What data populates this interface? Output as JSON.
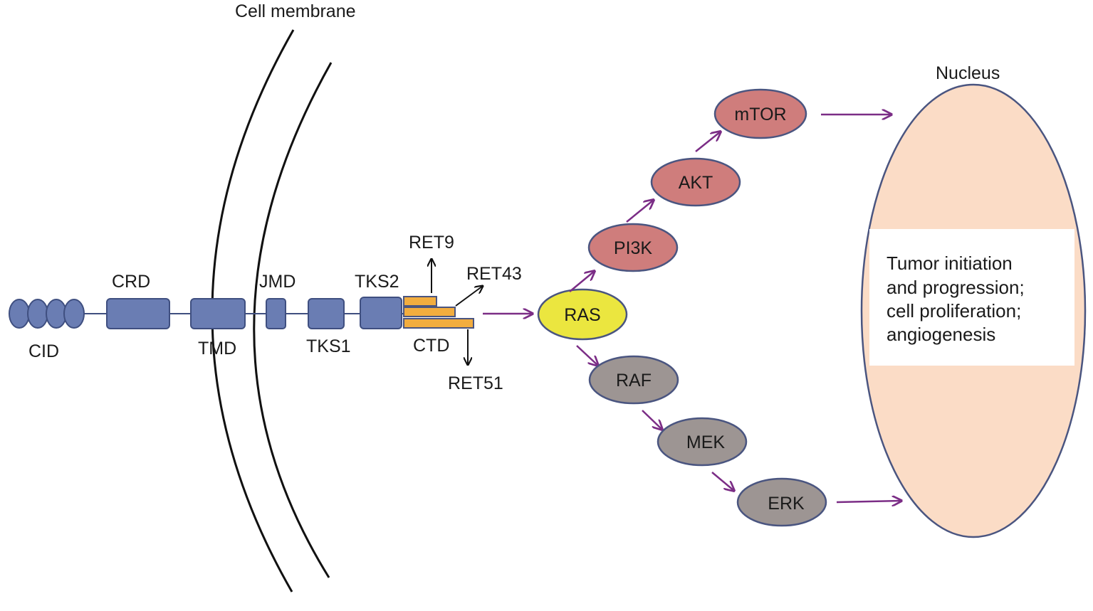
{
  "colors": {
    "domain": "#6a7db3",
    "ctd": "#f2ad3f",
    "pi3k_pathway": "#cf7d7c",
    "mapk_pathway": "#9d9593",
    "ras": "#ebe63f",
    "nucleus": "#fbdcc6",
    "arrow": "#7b2d86"
  },
  "labels": {
    "cell_membrane": "Cell membrane",
    "nucleus": "Nucleus",
    "cid": "CID",
    "crd": "CRD",
    "tmd": "TMD",
    "jmd": "JMD",
    "tks1": "TKS1",
    "tks2": "TKS2",
    "ctd": "CTD",
    "ret9": "RET9",
    "ret43": "RET43",
    "ret51": "RET51"
  },
  "nodes": {
    "ras": "RAS",
    "pi3k": "PI3K",
    "akt": "AKT",
    "mtor": "mTOR",
    "raf": "RAF",
    "mek": "MEK",
    "erk": "ERK"
  },
  "outcome": {
    "lines": [
      "Tumor initiation",
      "and progression;",
      "cell proliferation;",
      "angiogenesis"
    ]
  }
}
